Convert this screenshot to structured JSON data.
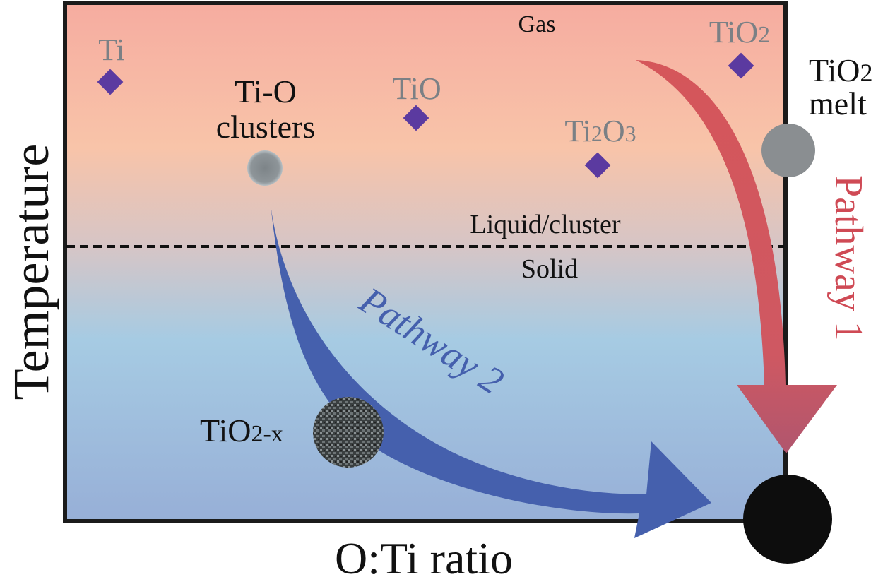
{
  "axes": {
    "y_label": "Temperature",
    "x_label": "O:Ti ratio"
  },
  "regions": {
    "gas": "Gas",
    "liquid": "Liquid/cluster",
    "solid": "Solid"
  },
  "species": [
    {
      "label": "Ti",
      "sub": ""
    },
    {
      "label": "TiO",
      "sub": ""
    },
    {
      "label": "Ti",
      "sub": "2",
      "label2": "O",
      "sub2": "3"
    },
    {
      "label": "TiO",
      "sub": "2"
    }
  ],
  "clusters": {
    "line1": "Ti-O",
    "line2": "clusters"
  },
  "melt": {
    "label": "TiO",
    "sub": "2",
    "line2": "melt"
  },
  "product": {
    "label": "TiO",
    "sub": "2-x"
  },
  "pathways": {
    "p1": "Pathway 1",
    "p2": "Pathway 2"
  },
  "colors": {
    "pathway1": "#d2555a",
    "pathway2": "#4560ad",
    "diamond": "#5b3aa0",
    "gray_label": "#7b8085"
  }
}
